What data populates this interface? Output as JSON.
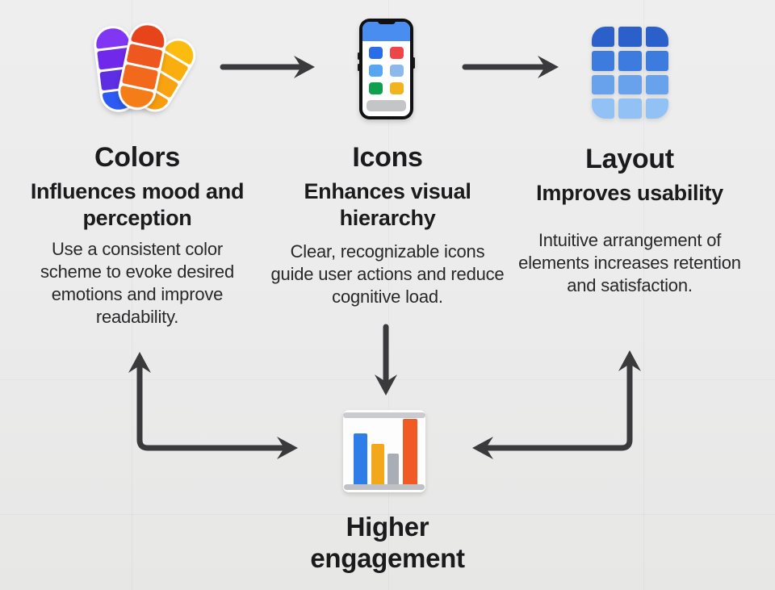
{
  "background_color": "#ebebeb",
  "arrows": {
    "color": "#3a3a3c"
  },
  "factors": [
    {
      "title": "Colors",
      "subtitle": "Influences mood and perception",
      "body": "Use a consistent color scheme to evoke desired emotions and improve readability.",
      "icon": "color-swatches-icon"
    },
    {
      "title": "Icons",
      "subtitle": "Enhances visual hierarchy",
      "body": "Clear, recognizable icons guide user actions and reduce cognitive load.",
      "icon": "phone-icon"
    },
    {
      "title": "Layout",
      "subtitle": "Improves usability",
      "body": "Intuitive arrangement of elements increases retention and satisfaction.",
      "icon": "layout-grid-icon"
    }
  ],
  "outcome": {
    "title": "Higher engagement",
    "icon": "bar-chart-icon"
  },
  "icon_palettes": {
    "swatches": {
      "fans": [
        {
          "name": "purple",
          "segments": [
            "#8136f4",
            "#7029ea",
            "#5d2ee2",
            "#2d5af2"
          ]
        },
        {
          "name": "orange",
          "segments": [
            "#e8441c",
            "#ee581e",
            "#f2691c",
            "#f57d18"
          ]
        },
        {
          "name": "yellow",
          "segments": [
            "#fcбcf",
            "#f9ad0e",
            "#f8a310",
            "#f79c0c"
          ]
        }
      ]
    },
    "phone": {
      "header": "#4a8df0",
      "tiles": [
        "#2a6de8",
        "#ee4548",
        "#57a6f2",
        "#8db8ec",
        "#0ea04c",
        "#f2b41c"
      ],
      "dock": "#c3c5c7"
    },
    "grid": {
      "rows": [
        "#2b5fca",
        "#3e7bdf",
        "#68a2ec",
        "#92c2f5"
      ]
    },
    "chart": {
      "bars": [
        "#2e7de8",
        "#f3a81c",
        "#a9aeb6",
        "#f15a24"
      ]
    }
  }
}
